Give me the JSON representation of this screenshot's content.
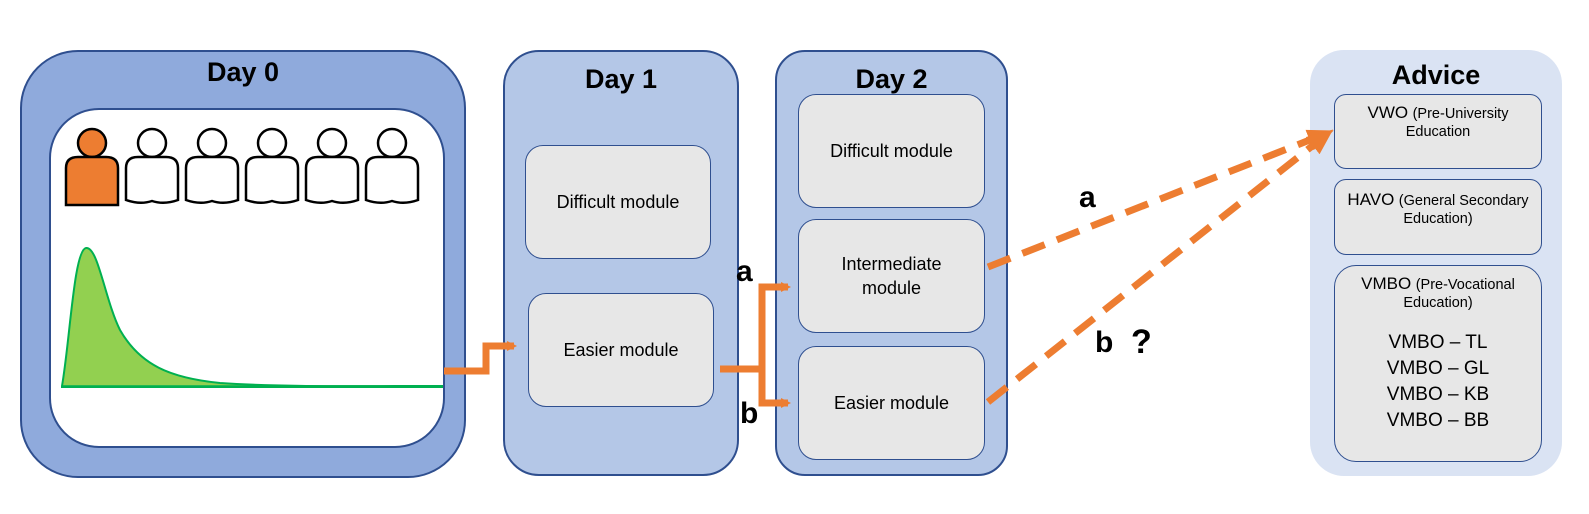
{
  "day0": {
    "title": "Day 0"
  },
  "day1": {
    "title": "Day 1",
    "difficult": "Difficult module",
    "easier": "Easier module"
  },
  "day2": {
    "title": "Day 2",
    "difficult": "Difficult module",
    "intermediate": "Intermediate module",
    "easier": "Easier module"
  },
  "advice": {
    "title": "Advice",
    "vwo": {
      "main": "VWO",
      "sub": "(Pre-University Education"
    },
    "havo": {
      "main": "HAVO",
      "sub": "(General Secondary Education)"
    },
    "vmbo": {
      "main": "VMBO",
      "sub": "(Pre-Vocational Education)",
      "tracks": [
        "VMBO – TL",
        "VMBO – GL",
        "VMBO – KB",
        "VMBO – BB"
      ]
    }
  },
  "labels": {
    "a_left": "a",
    "b_left": "b",
    "a_right": "a",
    "b_right": "b",
    "question": "?"
  },
  "colors": {
    "arrow": "#ed7d31",
    "person_fill": "#ed7d31",
    "curve_fill": "#92d050",
    "curve_line": "#00b050"
  }
}
